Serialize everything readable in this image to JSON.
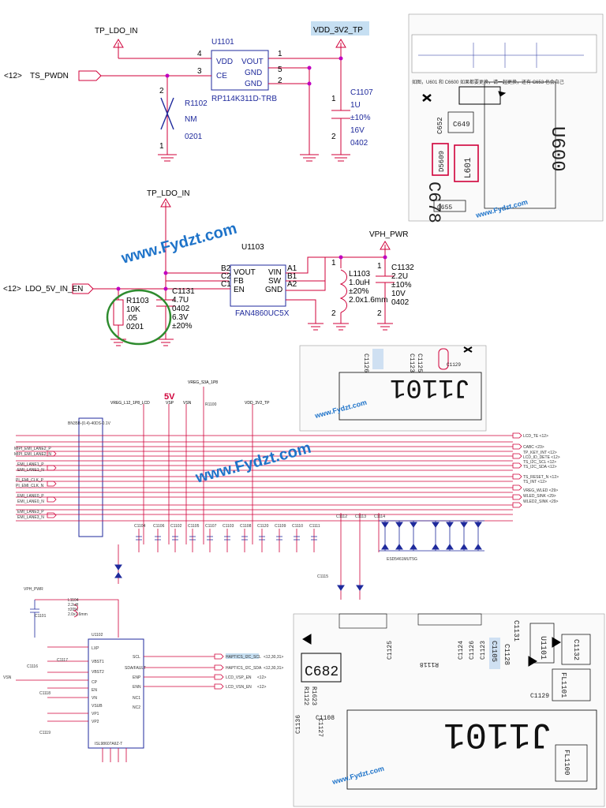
{
  "s1": {
    "tp_ldo_in": "TP_LDO_IN",
    "vdd_3v2_tp": "VDD_3V2_TP",
    "port": "<12>",
    "ts_pwdn": "TS_PWDN",
    "ic_ref": "U1101",
    "ic_part": "RP114K311D-TRB",
    "pins": {
      "vdd": "VDD",
      "ce": "CE",
      "vout": "VOUT",
      "gnd1": "GND",
      "gnd2": "GND"
    },
    "pin_nums": {
      "p4": "4",
      "p3": "3",
      "p1": "1",
      "p5": "5",
      "p2": "2"
    },
    "r_ref": "R1102",
    "r_val": "NM",
    "r_size": "0201",
    "r_pin_top": "2",
    "r_pin_bot": "1",
    "c_ref": "C1107",
    "c_val": "1U",
    "c_tol": "±10%",
    "c_volt": "16V",
    "c_size": "0402",
    "c_pin_top": "1",
    "c_pin_bot": "2"
  },
  "top_right": {
    "note": "如图，U601 和 C6600 如果都要更换，请一起更换，还有 C653 也会自己",
    "labels": [
      "C649",
      "C652",
      "D5609",
      "L601",
      "C678",
      "C655",
      "U600"
    ]
  },
  "s2": {
    "tp_ldo_in": "TP_LDO_IN",
    "vph_pwr": "VPH_PWR",
    "port": "<12>",
    "en_net": "LDO_5V_IN_EN",
    "ic_ref": "U1103",
    "ic_part": "FAN4860UC5X",
    "pins_left": {
      "b2": "B2",
      "c2": "C2",
      "c1": "C1",
      "vout": "VOUT",
      "fb": "FB",
      "en": "EN"
    },
    "pins_right": {
      "vin": "VIN",
      "sw": "SW",
      "gnd": "GND",
      "a1": "A1",
      "b1": "B1",
      "a2": "A2"
    },
    "r": {
      "ref": "R1103",
      "val": "10K",
      "tol": ".05",
      "size": "0201"
    },
    "c1131": {
      "ref": "C1131",
      "val": "4.7U",
      "size": "0402",
      "volt": "6.3V",
      "tol": "±20%"
    },
    "l1103": {
      "ref": "L1103",
      "val": "1.0uH",
      "tol": "±20%",
      "size": "2.0x1.6mm"
    },
    "c1132": {
      "ref": "C1132",
      "val": "2.2U",
      "tol": "±10%",
      "volt": "10V",
      "size": "0402"
    },
    "pin_one": "1",
    "pin_two": "2"
  },
  "mid_right": {
    "labels": [
      "J1101",
      "C1125",
      "C1126",
      "C1129",
      "C1123"
    ]
  },
  "s3": {
    "five_v": "5V",
    "rails": [
      "VREG_L12_1P8_LCD",
      "VSP",
      "VSN",
      "VREG_S3A_1P8",
      "VDD_3V2_TP"
    ],
    "conn": "BN35B-(0.4)-40DS-0.1V",
    "resistor": "R1100",
    "left_nets": [
      "MIPI_EMI_LANE2_P",
      "MIPI_EMI_LANE2_N",
      "EMI_LANE1_P",
      "EMI_LANE1_N",
      "PI_EMI_CLK_P",
      "PI_EMI_CLK_N",
      "EMI_LANE0_P",
      "EMI_LANE0_N",
      "EMI_LANE3_P",
      "EMI_LANE3_N"
    ],
    "right_nets": [
      "LCD_TE  <12>",
      "CABC  <23>",
      "TP_KEY_INT  <12>",
      "LCD_ID_DETE  <12>",
      "TS_I2C_SCL  <12>",
      "TS_I2C_SDA  <12>",
      "TS_RESET_N  <12>",
      "TS_INT  <12>",
      "VREG_WLED  <29>",
      "WLED_SINK  <29>",
      "WLED2_SINK  <29>"
    ],
    "esd_part": "ESD5461MUT5G",
    "caps": [
      "C1104",
      "C1106",
      "C1102",
      "C1105",
      "C1107",
      "C1103",
      "C1108",
      "C1120",
      "C1109",
      "C1110",
      "C1111",
      "C1112",
      "C1113",
      "C1114",
      "C1115"
    ]
  },
  "s4": {
    "vph": "VPH_PWR",
    "vsn": "VSN",
    "ic": "U1102",
    "ic_part": "ISL98607AIIZ-T",
    "inductor": [
      "L1104",
      "2.2uH",
      "±20%",
      "2.0x1.6mm"
    ],
    "caps": [
      "C1101",
      "C1116",
      "C1117",
      "C1118",
      "C1119"
    ],
    "left_pins": [
      "LXP",
      "VBST1",
      "VBST2",
      "CP",
      "EN",
      "VN",
      "VSUB",
      "VP1",
      "VP2"
    ],
    "right_pins": [
      "SCL",
      "SDA/FAULT",
      "ENP",
      "ENN",
      "NC1",
      "NC2"
    ],
    "nets": [
      "HAPTICS_I2C_SCL",
      "HAPTICS_I2C_SDA",
      "LCD_VSP_EN",
      "LCD_VSN_EN"
    ],
    "net_ports": [
      "<12,30,31>",
      "<12,30,31>",
      "<12>",
      "<12>"
    ]
  },
  "bottom_right": {
    "labels": [
      "C682",
      "C1131",
      "C1132",
      "C1105",
      "FL1101",
      "FL1100",
      "C1129",
      "C1128",
      "C1127",
      "C1126",
      "C1123",
      "C1124",
      "R1118",
      "R1122",
      "R1623",
      "C1136",
      "C1108",
      "U1101",
      "C1125"
    ],
    "big": "J1101"
  },
  "watermark": "www.Fydzt.com"
}
